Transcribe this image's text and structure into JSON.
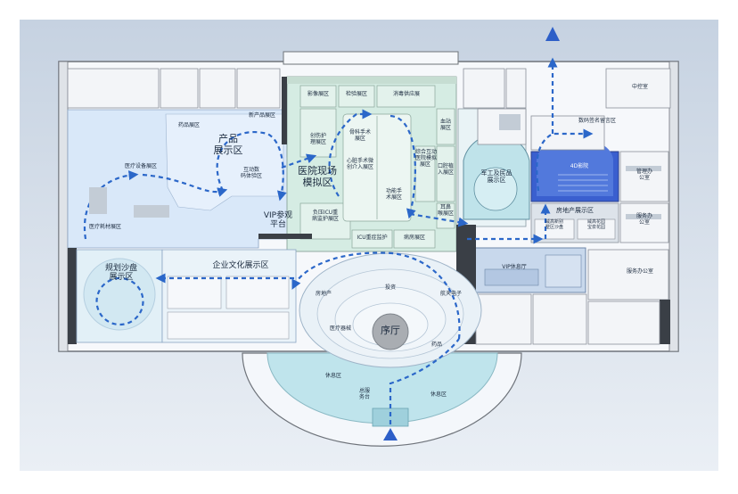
{
  "colors": {
    "background_top": "#c9d4e2",
    "background_bottom": "#e9eef4",
    "wall": "#3a3f46",
    "route": "#2b67c9",
    "entrance_arrow": "#2d5fc8",
    "product_zone": "#dbe9fa",
    "hospital_zone": "#d6ebe3",
    "military_zone": "#bfe3ea",
    "culture_zone": "#e2f0f7",
    "film_zone": "#3a5fcf",
    "vip_zone": "#c8d8ec",
    "rest_zone": "#bfe4ec",
    "lobby_center": "#a9adb2"
  },
  "zones": {
    "vip_tour": "VIP参观\n平台",
    "pharmacy": "药品展区",
    "new_products": "新产品展区",
    "product": "产品\n展示区",
    "interactive_experience": "互动数\n码体验区",
    "medical_equipment": "医疗设备展区",
    "medical_consumables": "医疗耗材展区",
    "imaging": "影像展区",
    "inspection": "检验展区",
    "disinfection_supply": "消毒供应展",
    "wound_care": "创伤护\n理展区",
    "orthopedic_surgery": "骨科手术\n展区",
    "cardiac_surgery": "心脏手术微\n创介入展区",
    "blood_station": "血站\n展区",
    "hospital_sim": "医院现场\n模拟区",
    "integrated_comp": "综合互动\n医院模拟\n展区",
    "stomatology": "口腔植\n入展区",
    "ophthalmology": "耳鼻\n喉展区",
    "functional": "功能手\n术展区",
    "negative_icu": "负压ICU重\n病监护展区",
    "icu": "ICU重症监护",
    "ward": "病房展区",
    "military": "军工及民品\n展示区",
    "film_4d": "4D影院",
    "digital_signing": "数码签名留言区",
    "central_control": "中控室",
    "management_office": "管理办\n公室",
    "service_office": "服务办\n公室",
    "service_office_long": "服务办公室",
    "real_estate": "房地产展示区",
    "weigao_villa": "威高新别\n墅区沙盘",
    "weigao_garden": "威高花园\n宝泉花园",
    "vip_lounge": "VIP休息厅",
    "planning_sandtable": "规划沙盘\n展示区",
    "culture": "企业文化展示区",
    "real_estate_small": "房地产",
    "investment": "投资",
    "aerospace": "航天电子",
    "medical_devices": "医疗器械",
    "pharma_small": "药品",
    "lobby": "序厅",
    "rest_left": "休息区",
    "rest_right": "休息区",
    "front_desk": "总服\n务台"
  }
}
